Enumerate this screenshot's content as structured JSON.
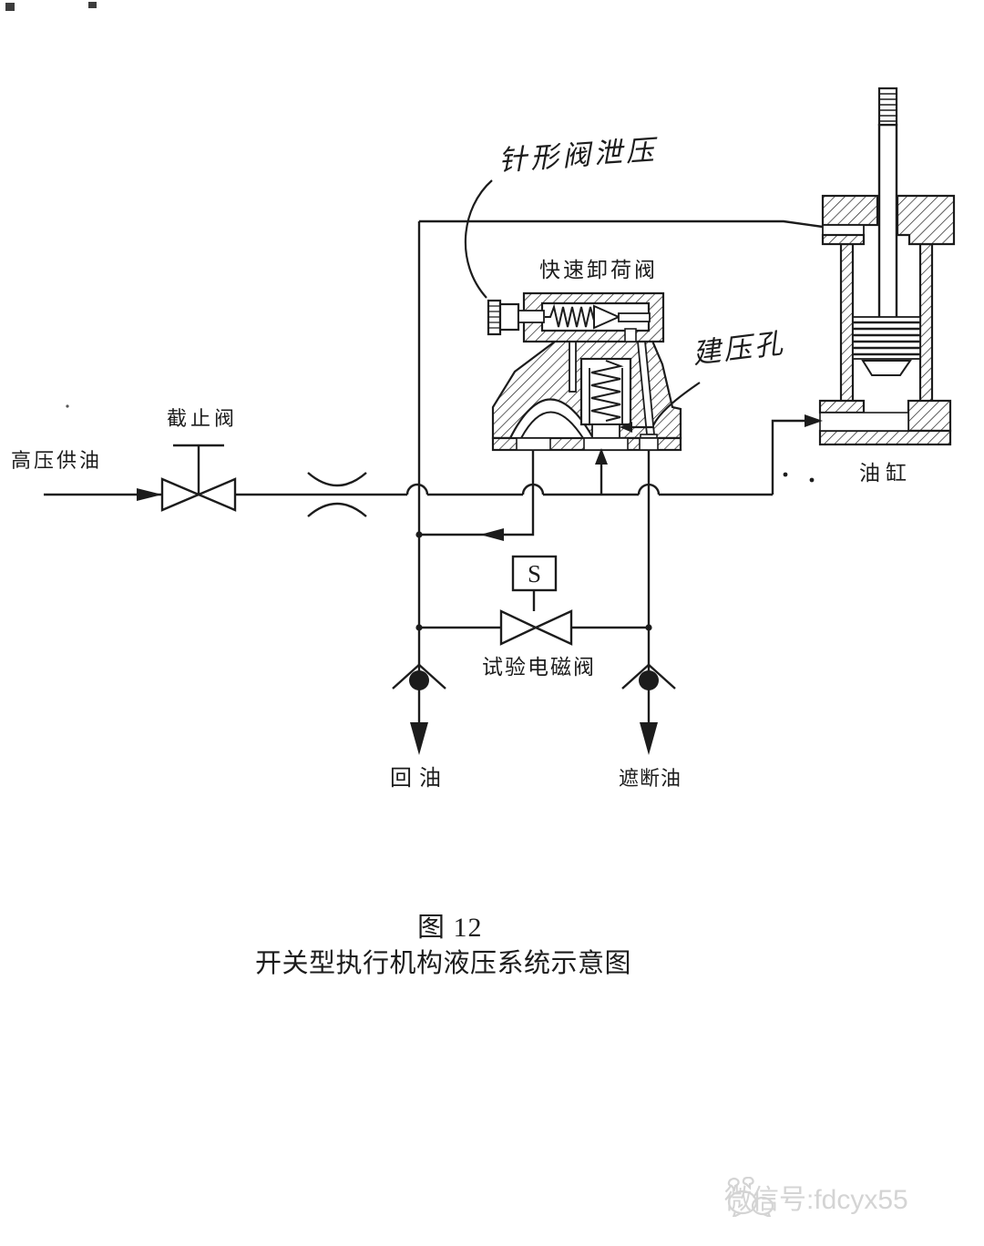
{
  "page": {
    "background": "#ffffff",
    "ink_color": "#1c1c1c",
    "watermark_color": "#d4d4d4"
  },
  "diagram": {
    "labels": {
      "supply": "高压供油",
      "stop_valve": "截止阀",
      "quick_unload_valve": "快速卸荷阀",
      "oil_cylinder": "油缸",
      "solenoid_letter": "S",
      "test_solenoid_valve": "试验电磁阀",
      "return_oil": "回油",
      "shutoff_oil": "遮断油"
    },
    "handwritten_notes": {
      "needle_valve_relief": "针形阀泄压",
      "pressure_build_hole": "建压孔"
    },
    "caption": {
      "figure_number": "图 12",
      "title": "开关型执行机构液压系统示意图"
    },
    "watermark": {
      "text": "微信号:fdcyx55"
    }
  }
}
